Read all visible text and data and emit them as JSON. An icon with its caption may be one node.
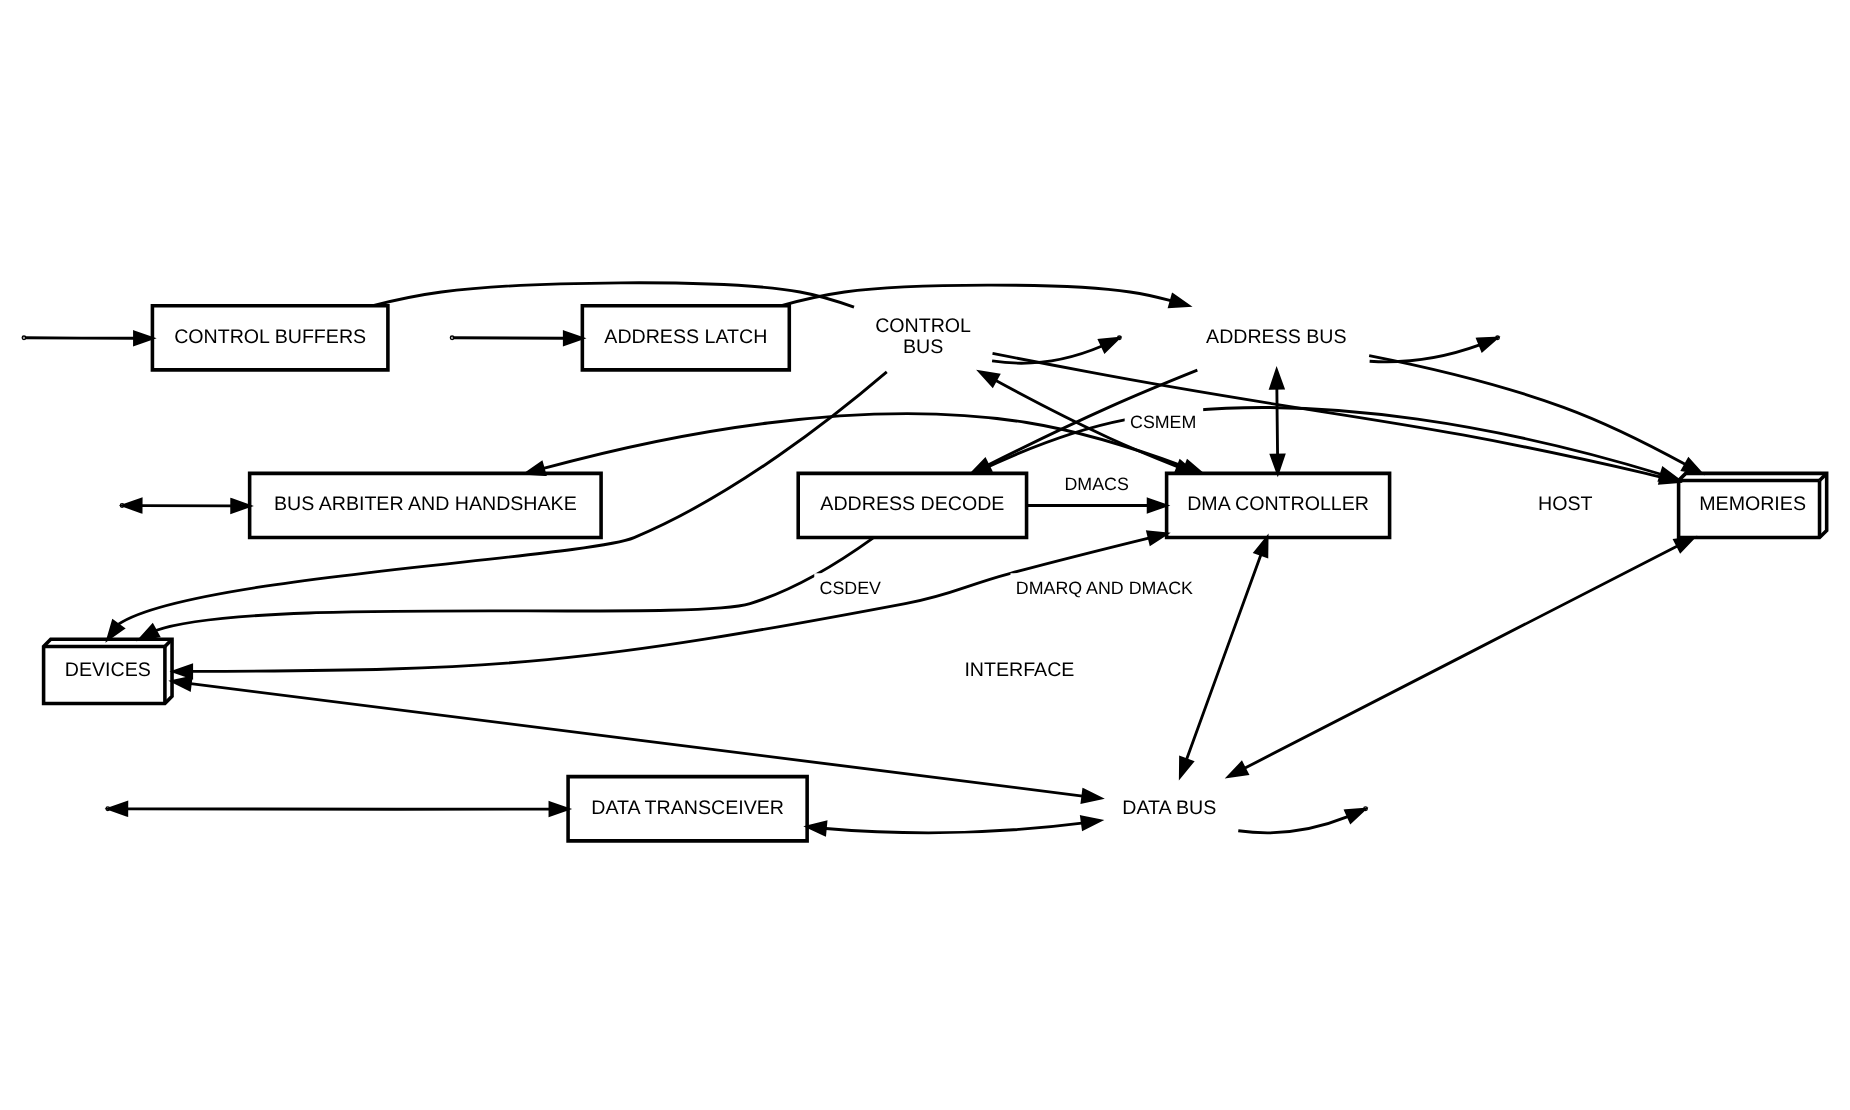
{
  "diagram": {
    "nodes": [
      {
        "text": [
          "ADDRESS LATCH"
        ]
      },
      {
        "text": [
          "BUS ARBITER AND HANDSHAKE"
        ]
      },
      {
        "text": [
          "CONTROL BUFFERS"
        ]
      },
      {
        "text": [
          "DATA TRANSCEIVER"
        ]
      },
      {
        "text": [
          "DMA CONTROLLER"
        ]
      },
      {
        "text": [
          "ADDRESS DECODE"
        ]
      },
      {
        "text": [
          "MEMORIES"
        ]
      },
      {
        "text": [
          "DEVICES"
        ]
      },
      {
        "text": [
          "ADDRESS BUS"
        ]
      },
      {
        "text": [
          "CONTROL",
          "BUS"
        ]
      },
      {
        "text": [
          "DATA BUS"
        ]
      }
    ],
    "edges": [
      {
        "from": null,
        "to": 0,
        "arrow": "to"
      },
      {
        "from": 0,
        "to": 8,
        "arrow": "to"
      },
      {
        "from": 8,
        "to": null,
        "arrow": "to"
      },
      {
        "from": 8,
        "to": 4,
        "arrow": "both"
      },
      {
        "from": 8,
        "to": 5,
        "arrow": "to"
      },
      {
        "from": 8,
        "to": 6,
        "arrow": "to"
      },
      {
        "from": null,
        "to": 1,
        "arrow": "both"
      },
      {
        "from": 1,
        "to": 4,
        "arrow": "both"
      },
      {
        "from": null,
        "to": 2,
        "arrow": "to"
      },
      {
        "from": 2,
        "to": 9,
        "arrow": "none"
      },
      {
        "from": 9,
        "to": null,
        "arrow": "to"
      },
      {
        "from": 9,
        "to": 4,
        "arrow": "both"
      },
      {
        "from": 9,
        "to": 6,
        "arrow": "to"
      },
      {
        "from": 9,
        "to": 7,
        "arrow": "to"
      },
      {
        "from": 5,
        "to": 4,
        "arrow": "to",
        "label": "DMACS"
      },
      {
        "from": 5,
        "to": 6,
        "arrow": "to",
        "label": "CSMEM"
      },
      {
        "from": 5,
        "to": 7,
        "arrow": "to",
        "label": "CSDEV"
      },
      {
        "from": 4,
        "to": 7,
        "arrow": "both",
        "label": "DMARQ AND DMACK"
      },
      {
        "from": 4,
        "to": 10,
        "arrow": "both"
      },
      {
        "from": 6,
        "to": 10,
        "arrow": "both"
      },
      {
        "from": 7,
        "to": 10,
        "arrow": "both"
      },
      {
        "from": 3,
        "to": 10,
        "arrow": "both"
      },
      {
        "from": null,
        "to": 3,
        "arrow": "both"
      },
      {
        "from": 10,
        "to": null,
        "arrow": "to"
      }
    ],
    "labels": [
      "HOST",
      "INTERFACE"
    ]
  }
}
